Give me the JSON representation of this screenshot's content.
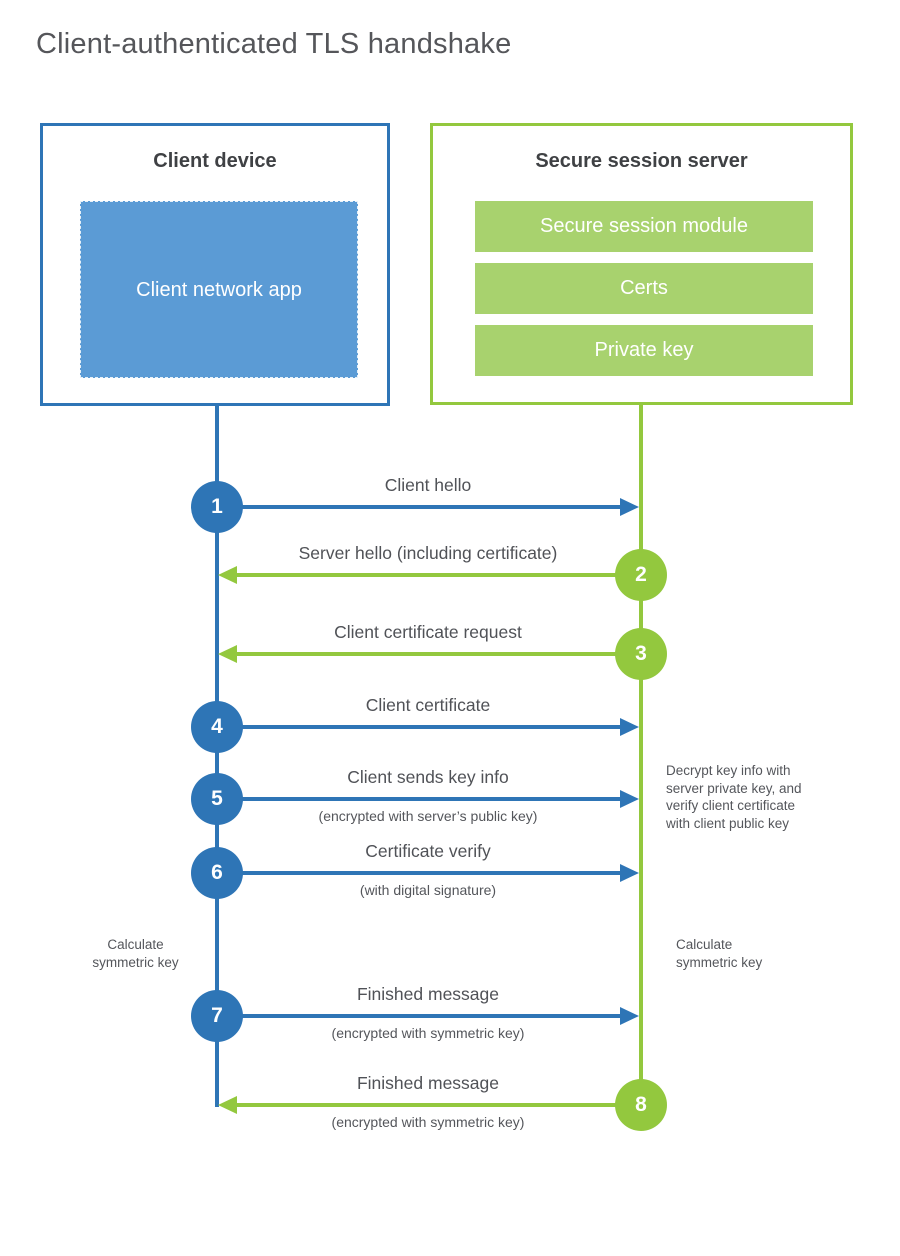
{
  "title": "Client-authenticated TLS handshake",
  "colors": {
    "blue": "#2e75b6",
    "blue_fill": "#5b9bd5",
    "green": "#93c83e",
    "green_fill": "#a8d26e",
    "heading_text": "#3f4144",
    "label_text": "#54565b"
  },
  "client": {
    "title": "Client device",
    "app_label": "Client network app"
  },
  "server": {
    "title": "Secure session server",
    "modules": [
      "Secure session module",
      "Certs",
      "Private key"
    ]
  },
  "steps": [
    {
      "num": "1",
      "label": "Client hello",
      "sub": "",
      "direction": "right",
      "color": "blue"
    },
    {
      "num": "2",
      "label": "Server hello (including certificate)",
      "sub": "",
      "direction": "left",
      "color": "green"
    },
    {
      "num": "3",
      "label": "Client certificate request",
      "sub": "",
      "direction": "left",
      "color": "green"
    },
    {
      "num": "4",
      "label": "Client certificate",
      "sub": "",
      "direction": "right",
      "color": "blue"
    },
    {
      "num": "5",
      "label": "Client sends key info",
      "sub": "(encrypted with server’s public key)",
      "direction": "right",
      "color": "blue"
    },
    {
      "num": "6",
      "label": "Certificate verify",
      "sub": "(with digital signature)",
      "direction": "right",
      "color": "blue"
    },
    {
      "num": "7",
      "label": "Finished message",
      "sub": "(encrypted with symmetric key)",
      "direction": "right",
      "color": "blue"
    },
    {
      "num": "8",
      "label": "Finished message",
      "sub": "(encrypted with symmetric key)",
      "direction": "left",
      "color": "green"
    }
  ],
  "notes": {
    "decrypt": "Decrypt key info with\nserver private key, and\nverify client certificate\nwith client public key",
    "calc_left": "Calculate\nsymmetric key",
    "calc_right": "Calculate\nsymmetric key"
  }
}
